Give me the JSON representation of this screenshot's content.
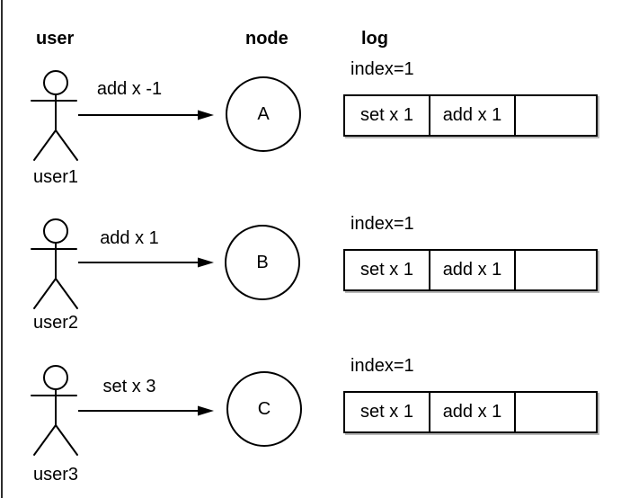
{
  "headers": {
    "user": "user",
    "node": "node",
    "log": "log"
  },
  "rows": [
    {
      "user_label": "user1",
      "command": "add x -1",
      "node_label": "A",
      "log_index": "index=1",
      "log_entries": [
        "set x 1",
        "add x 1",
        ""
      ]
    },
    {
      "user_label": "user2",
      "command": "add x 1",
      "node_label": "B",
      "log_index": "index=1",
      "log_entries": [
        "set x 1",
        "add x 1",
        ""
      ]
    },
    {
      "user_label": "user3",
      "command": "set x 3",
      "node_label": "C",
      "log_index": "index=1",
      "log_entries": [
        "set x 1",
        "add x 1",
        ""
      ]
    }
  ],
  "colors": {
    "stroke": "#000000",
    "text": "#000000",
    "background": "#ffffff",
    "canvas_edge": "#2d2d2d",
    "table_shadow": "rgba(0,0,0,0.28)"
  }
}
